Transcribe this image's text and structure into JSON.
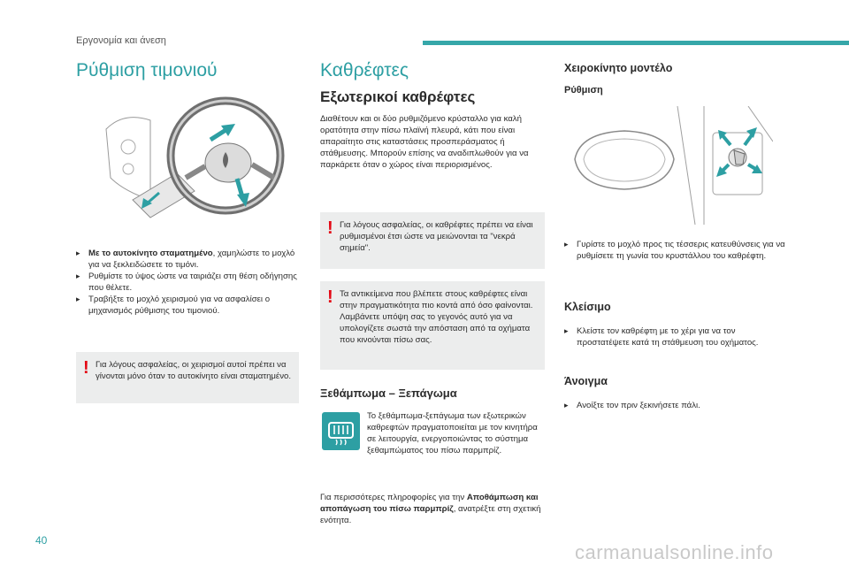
{
  "header": {
    "section": "Εργονομία και άνεση"
  },
  "left": {
    "title": "Ρύθμιση τιμονιού",
    "bullets": [
      {
        "bold": "Με το αυτοκίνητο σταματημένο",
        "text": ", χαμηλώστε το μοχλό για να ξεκλειδώσετε το τιμόνι."
      },
      {
        "bold": "",
        "text": "Ρυθμίστε το ύψος ώστε να ταιριάζει στη θέση οδήγησης που θέλετε."
      },
      {
        "bold": "",
        "text": "Τραβήξτε το μοχλό χειρισμού για να ασφαλίσει ο μηχανισμός ρύθμισης του τιμονιού."
      }
    ],
    "warning": "Για λόγους ασφαλείας, οι χειρισμοί αυτοί πρέπει να γίνονται μόνο όταν το αυτοκίνητο είναι σταματημένο."
  },
  "middle": {
    "title": "Καθρέφτες",
    "subtitle": "Εξωτερικοί καθρέφτες",
    "intro": "Διαθέτουν και οι δύο ρυθμιζόμενο κρύσταλλο για καλή ορατότητα στην πίσω πλαϊνή πλευρά, κάτι που είναι απαραίτητο στις καταστάσεις προσπεράσματος ή στάθμευσης. Μπορούν επίσης να αναδιπλωθούν για να παρκάρετε όταν ο χώρος είναι περιορισμένος.",
    "warning1": "Για λόγους ασφαλείας, οι καθρέφτες πρέπει να είναι ρυθμισμένοι έτσι ώστε να μειώνονται τα \"νεκρά σημεία\".",
    "warning2_a": "Τα αντικείμενα που βλέπετε στους καθρέφτες είναι στην πραγματικότητα πιο κοντά από όσο φαίνονται.",
    "warning2_b": "Λαμβάνετε υπόψη σας το γεγονός αυτό για να υπολογίζετε σωστά την απόσταση από τα οχήματα που κινούνται πίσω σας.",
    "defrost_title": "Ξεθάμπωμα – Ξεπάγωμα",
    "defrost_text": "Το ξεθάμπωμα-ξεπάγωμα των εξωτερικών καθρεφτών πραγματοποιείται με τον κινητήρα σε λειτουργία, ενεργοποιώντας το σύστημα ξεθαμπώματος του πίσω παρμπρίζ.",
    "more_a": "Για περισσότερες πληροφορίες για την ",
    "more_bold": "Αποθάμπωση και αποπάγωση του πίσω παρμπρίζ",
    "more_b": ", ανατρέξτε στη σχετική ενότητα."
  },
  "right": {
    "title": "Χειροκίνητο μοντέλο",
    "adj_title": "Ρύθμιση",
    "adj_text": "Γυρίστε το μοχλό προς τις τέσσερις κατευθύνσεις για να ρυθμίσετε τη γωνία του κρυστάλλου του καθρέφτη.",
    "fold_title": "Κλείσιμο",
    "fold_text": "Κλείστε τον καθρέφτη με το χέρι για να τον προστατέψετε κατά τη στάθμευση του οχήματος.",
    "unfold_title": "Άνοιγμα",
    "unfold_text": "Ανοίξτε τον πριν ξεκινήσετε πάλι."
  },
  "footer": {
    "page": "40",
    "watermark": "carmanualsonline.info"
  },
  "colors": {
    "accent": "#2d9fa3",
    "warning": "#e30613",
    "box": "#eceded"
  }
}
